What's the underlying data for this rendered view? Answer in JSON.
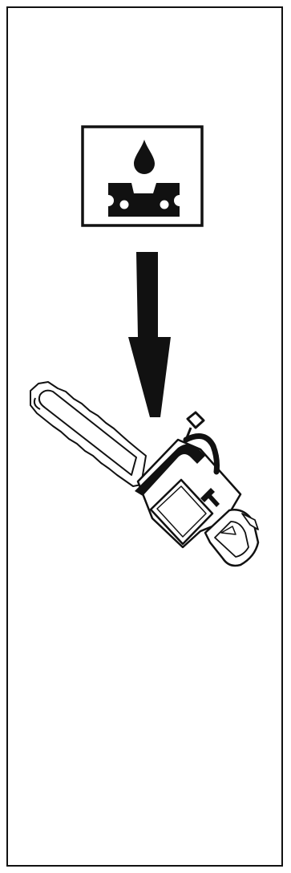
{
  "diagram": {
    "icons": [
      {
        "name": "chain-oil-symbol",
        "icon": "oil-drop-over-saw-chain-link",
        "framed": true
      },
      {
        "name": "down-arrow",
        "icon": "arrow-down"
      },
      {
        "name": "chainsaw",
        "icon": "chainsaw-oil-filler-cap"
      }
    ],
    "colors": {
      "ink": "#111111",
      "paper": "#ffffff"
    }
  }
}
